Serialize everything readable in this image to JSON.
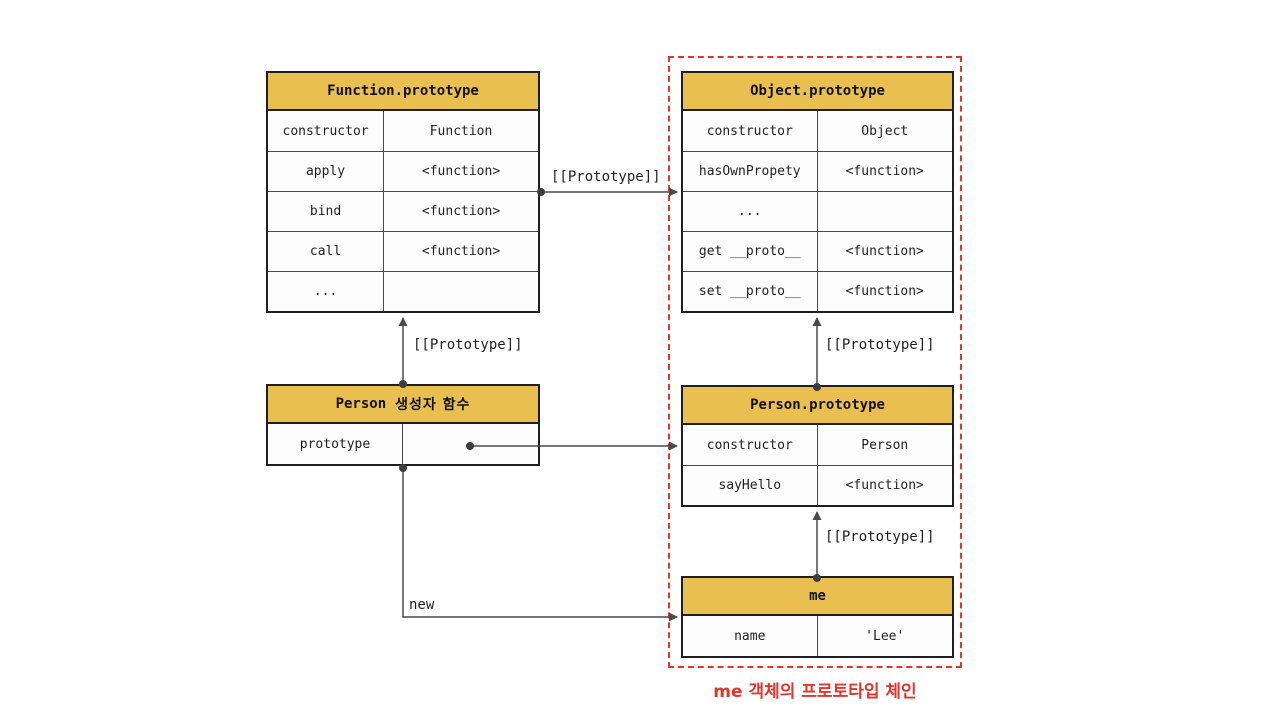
{
  "diagram": {
    "caption": "me 객체의 프로토타입 체인",
    "labels": {
      "prototype": "[[Prototype]]",
      "new": "new"
    },
    "colors": {
      "header_bg": "#e9c04f",
      "table_border": "#1f1f1f",
      "arrow": "#4a4a4a",
      "chain_red": "#e0362c",
      "row_bg": "#fdfdfd"
    },
    "tables": {
      "function_prototype": {
        "title": "Function.prototype",
        "rows": [
          {
            "key": "constructor",
            "value": "Function"
          },
          {
            "key": "apply",
            "value": "<function>"
          },
          {
            "key": "bind",
            "value": "<function>"
          },
          {
            "key": "call",
            "value": "<function>"
          },
          {
            "key": "...",
            "value": ""
          }
        ]
      },
      "object_prototype": {
        "title": "Object.prototype",
        "rows": [
          {
            "key": "constructor",
            "value": "Object"
          },
          {
            "key": "hasOwnPropety",
            "value": "<function>"
          },
          {
            "key": "...",
            "value": ""
          },
          {
            "key": "get __proto__",
            "value": "<function>"
          },
          {
            "key": "set __proto__",
            "value": "<function>"
          }
        ]
      },
      "person_constructor": {
        "title_code": "Person",
        "title_ko": "생성자 함수",
        "rows": [
          {
            "key": "prototype",
            "value": ""
          }
        ]
      },
      "person_prototype": {
        "title": "Person.prototype",
        "rows": [
          {
            "key": "constructor",
            "value": "Person"
          },
          {
            "key": "sayHello",
            "value": "<function>"
          }
        ]
      },
      "me": {
        "title": "me",
        "rows": [
          {
            "key": "name",
            "value": "'Lee'"
          }
        ]
      }
    }
  }
}
